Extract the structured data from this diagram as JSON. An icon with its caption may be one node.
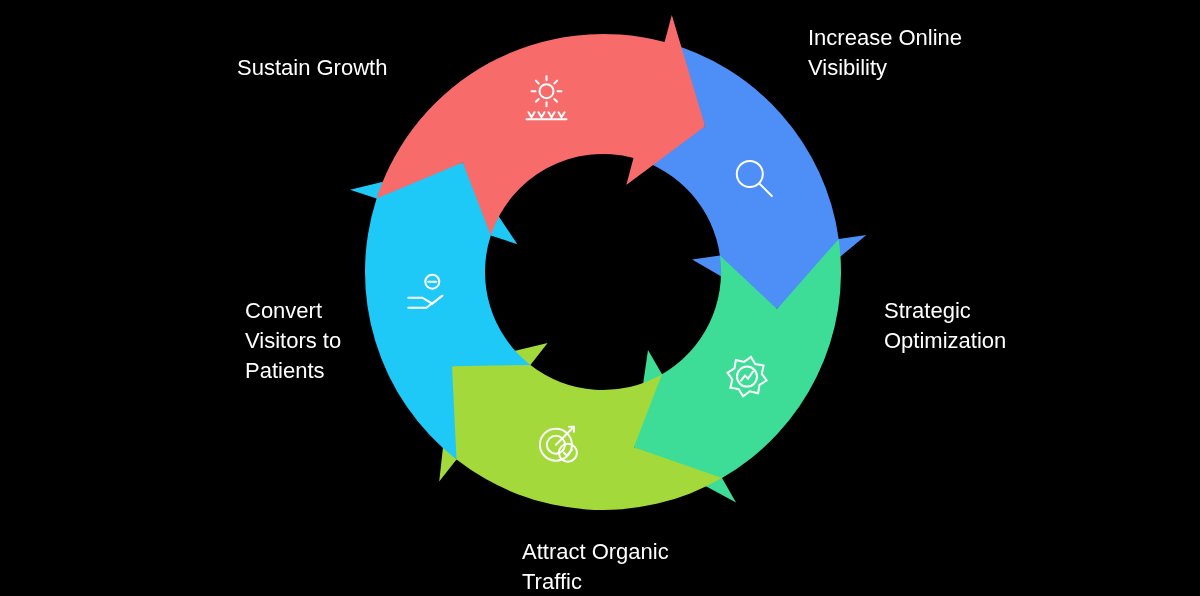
{
  "diagram": {
    "nodes": [
      {
        "text": [
          "Sustain Growth"
        ]
      },
      {
        "text": [
          "Increase Online Visibility"
        ]
      },
      {
        "text": [
          "Strategic Optimization"
        ]
      },
      {
        "text": [
          "Attract Organic Traffic"
        ]
      },
      {
        "text": [
          "Convert Visitors to Patients"
        ]
      }
    ]
  }
}
